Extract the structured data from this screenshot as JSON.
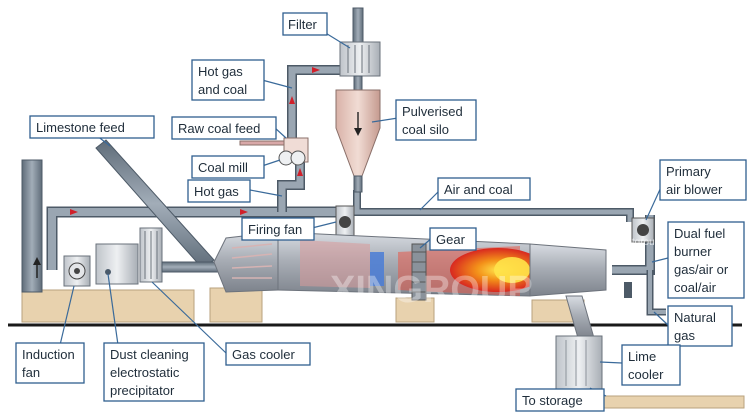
{
  "colors": {
    "label_border": "#2f5f8f",
    "leader_line": "#3a6a9a",
    "duct_fill": "#7b8a9a",
    "duct_edge": "#4d5a67",
    "flow_arrow": "#d0202a",
    "ground": "#1a1a1a",
    "footing": "#e8d2ae",
    "flame_red": "#e02820",
    "flame_orange": "#f39019",
    "flame_yellow": "#ffd83a",
    "kiln_grey": "#a9aeb6",
    "kiln_pink": "#d99a9a"
  },
  "labels": {
    "filter": "Filter",
    "hot_gas_and_coal_1": "Hot gas",
    "hot_gas_and_coal_2": "and coal",
    "pulverised_1": "Pulverised",
    "pulverised_2": "coal silo",
    "limestone_feed": "Limestone feed",
    "raw_coal_feed": "Raw coal feed",
    "coal_mill": "Coal mill",
    "hot_gas": "Hot gas",
    "air_and_coal": "Air and coal",
    "firing_fan": "Firing fan",
    "gear": "Gear",
    "primary_1": "Primary",
    "primary_2": "air blower",
    "dual_1": "Dual fuel",
    "dual_2": "burner",
    "dual_3": "gas/air or",
    "dual_4": "coal/air",
    "natural_1": "Natural",
    "natural_2": "gas",
    "induction_1": "Induction",
    "induction_2": "fan",
    "dust_1": "Dust cleaning",
    "dust_2": "electrostatic",
    "dust_3": "precipitator",
    "gas_cooler": "Gas cooler",
    "lime_1": "Lime",
    "lime_2": "cooler",
    "to_storage": "To storage"
  },
  "watermark": {
    "brand": "XINGROUP",
    "url": "www.xktgroup.com"
  }
}
